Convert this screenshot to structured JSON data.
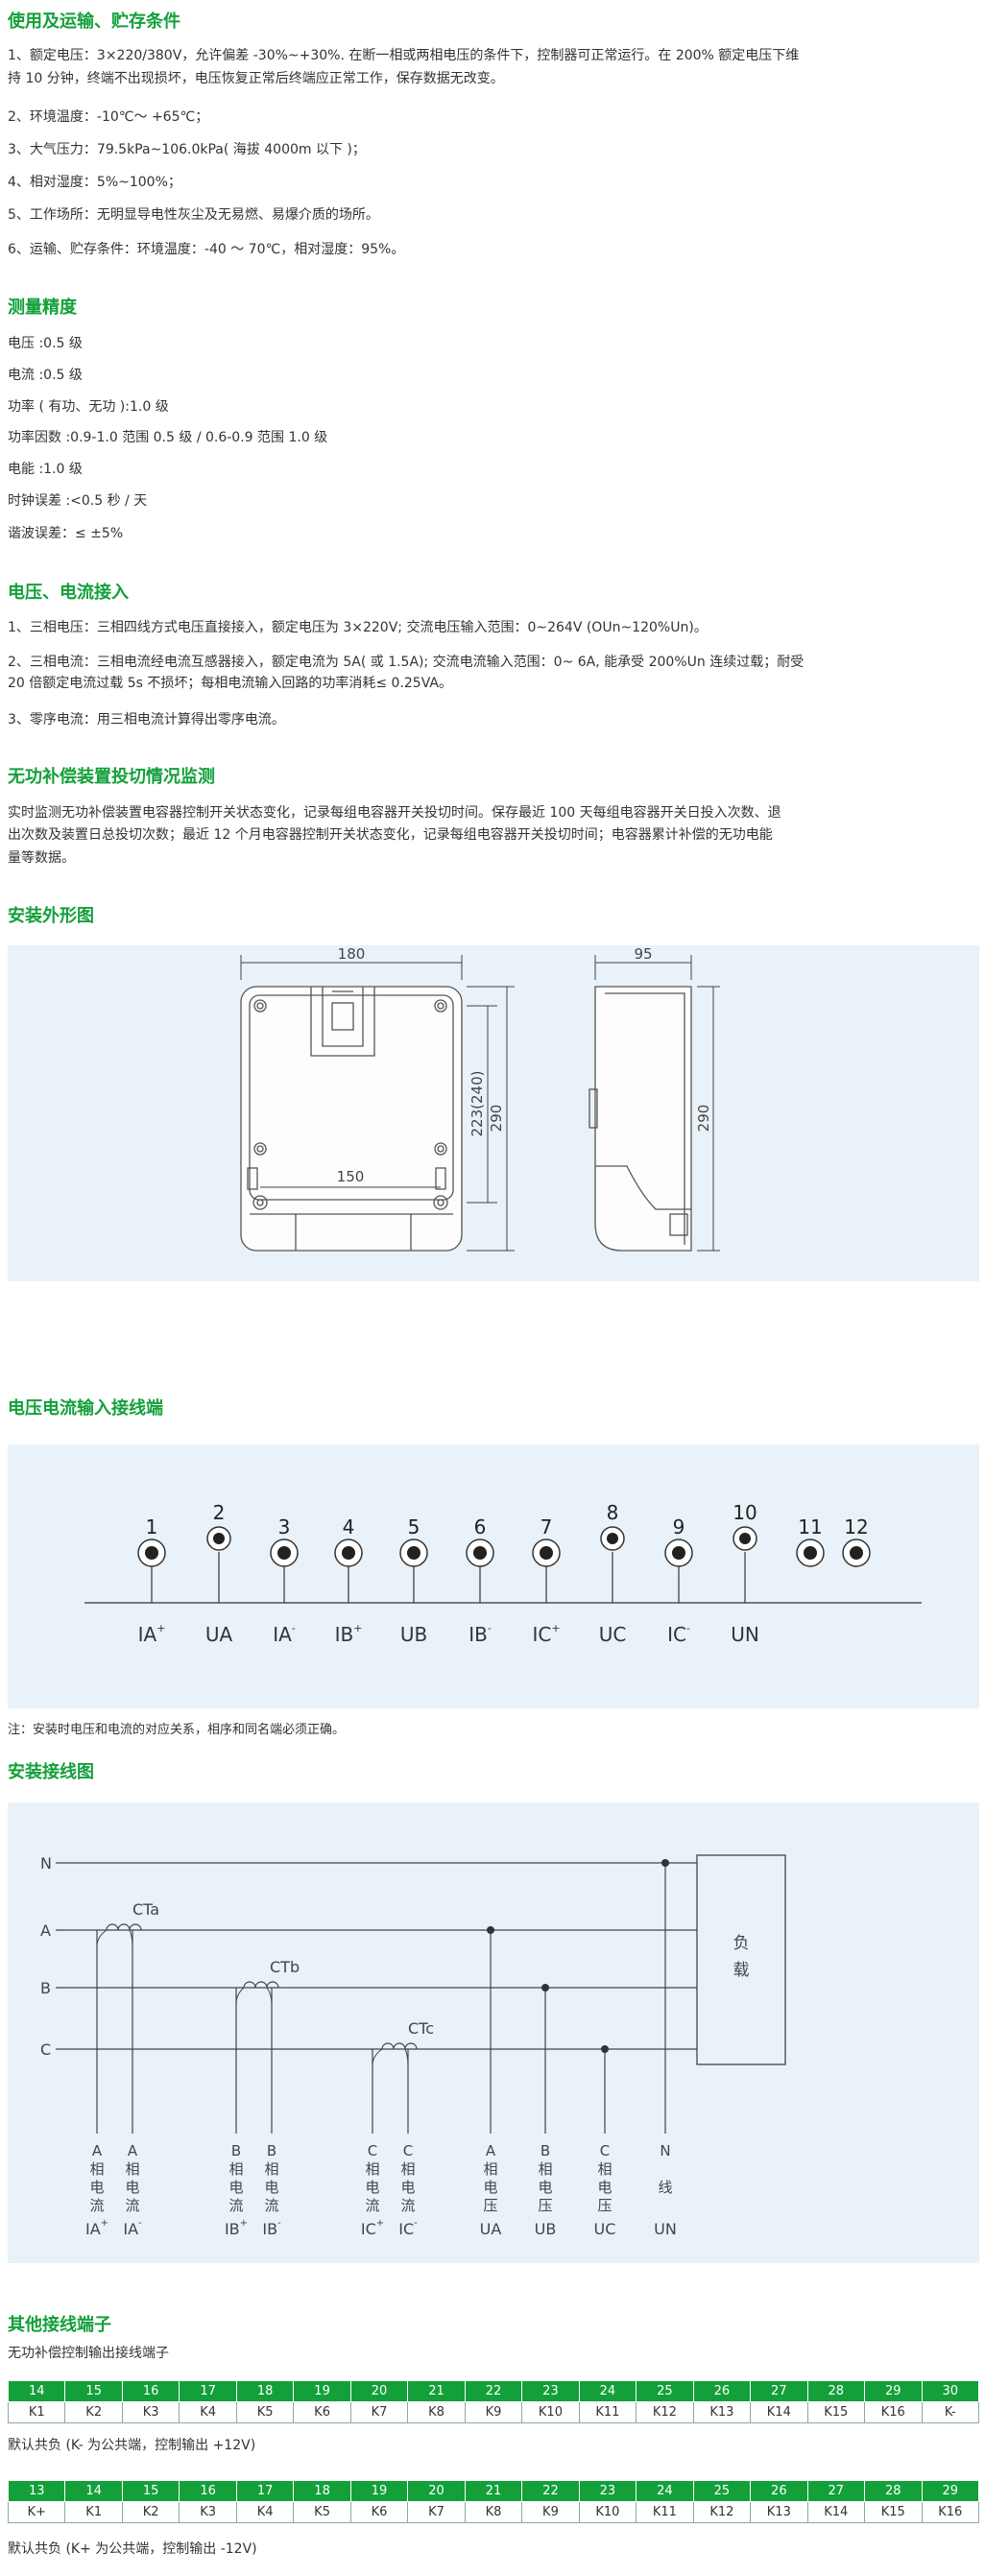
{
  "s1": {
    "title": "使用及运输、贮存条件",
    "l1a": "1、额定电压：3×220/380V，允许偏差 -30%~+30%. 在断一相或两相电压的条件下，控制器可正常运行。在 200% 额定电压下维",
    "l1b": "持 10 分钟，终端不出现损坏，电压恢复正常后终端应正常工作，保存数据无改变。",
    "l2": "2、环境温度：-10℃～ +65℃；",
    "l3": "3、大气压力：79.5kPa~106.0kPa( 海拔 4000m 以下 )；",
    "l4": "4、相对湿度：5%~100%；",
    "l5": "5、工作场所：无明显导电性灰尘及无易燃、易爆介质的场所。",
    "l6": "6、运输、贮存条件：环境温度：-40 ～ 70℃，相对湿度：95%。"
  },
  "s2": {
    "title": "测量精度",
    "l1": "电压 :0.5 级",
    "l2": "电流 :0.5 级",
    "l3": "功率 ( 有功、无功 ):1.0 级",
    "l4": "功率因数 :0.9-1.0 范围 0.5 级 / 0.6-0.9 范围 1.0 级",
    "l5": "电能 :1.0 级",
    "l6": "时钟误差 :<0.5 秒 / 天",
    "l7": "谐波误差：≤ ±5%"
  },
  "s3": {
    "title": "电压、电流接入",
    "l1": "1、三相电压：三相四线方式电压直接接入，额定电压为 3×220V; 交流电压输入范围：0~264V (OUn~120%Un)。",
    "l2a": "2、三相电流：三相电流经电流互感器接入，额定电流为 5A( 或 1.5A); 交流电流输入范围：0~ 6A, 能承受 200%Un 连续过载；耐受",
    "l2b": "20 倍额定电流过载 5s 不损坏；每相电流输入回路的功率消耗≤ 0.25VA。",
    "l3": "3、零序电流：用三相电流计算得出零序电流。"
  },
  "s4": {
    "title": "无功补偿装置投切情况监测",
    "l1": "实时监测无功补偿装置电容器控制开关状态变化，记录每组电容器开关投切时间。保存最近 100 天每组电容器开关日投入次数、退",
    "l2": "出次数及装置日总投切次数；最近 12 个月电容器控制开关状态变化，记录每组电容器开关投切时间；电容器累计补偿的无功电能",
    "l3": "量等数据。"
  },
  "s5": {
    "title": "安装外形图",
    "dim_width": "180",
    "dim_depth": "95",
    "dim_inner": "223(240)",
    "dim_height": "290",
    "dim_side_height": "290",
    "dim_hole": "150"
  },
  "s6": {
    "title": "电压电流输入接线端",
    "terminals": [
      {
        "num": "1",
        "label": "IA",
        "sup": "+"
      },
      {
        "num": "2",
        "label": "UA",
        "sup": ""
      },
      {
        "num": "3",
        "label": "IA",
        "sup": "-"
      },
      {
        "num": "4",
        "label": "IB",
        "sup": "+"
      },
      {
        "num": "5",
        "label": "UB",
        "sup": ""
      },
      {
        "num": "6",
        "label": "IB",
        "sup": "-"
      },
      {
        "num": "7",
        "label": "IC",
        "sup": "+"
      },
      {
        "num": "8",
        "label": "UC",
        "sup": ""
      },
      {
        "num": "9",
        "label": "IC",
        "sup": "-"
      },
      {
        "num": "10",
        "label": "UN",
        "sup": ""
      },
      {
        "num": "11",
        "label": "",
        "sup": ""
      },
      {
        "num": "12",
        "label": "",
        "sup": ""
      }
    ],
    "note": "注：安装时电压和电流的对应关系，相序和同名端必须正确。"
  },
  "s7": {
    "title": "安装接线图",
    "lines": [
      "N",
      "A",
      "B",
      "C"
    ],
    "cts": [
      "CTa",
      "CTb",
      "CTc"
    ],
    "load": [
      "负",
      "载"
    ],
    "legs": [
      {
        "chars": [
          "A",
          "相",
          "电",
          "流"
        ],
        "bottom": "IA",
        "sup": "+"
      },
      {
        "chars": [
          "A",
          "相",
          "电",
          "流"
        ],
        "bottom": "IA",
        "sup": "-"
      },
      {
        "chars": [
          "B",
          "相",
          "电",
          "流"
        ],
        "bottom": "IB",
        "sup": "+"
      },
      {
        "chars": [
          "B",
          "相",
          "电",
          "流"
        ],
        "bottom": "IB",
        "sup": "-"
      },
      {
        "chars": [
          "C",
          "相",
          "电",
          "流"
        ],
        "bottom": "IC",
        "sup": "+"
      },
      {
        "chars": [
          "C",
          "相",
          "电",
          "流"
        ],
        "bottom": "IC",
        "sup": "-"
      },
      {
        "chars": [
          "A",
          "相",
          "电",
          "压"
        ],
        "bottom": "UA",
        "sup": ""
      },
      {
        "chars": [
          "B",
          "相",
          "电",
          "压"
        ],
        "bottom": "UB",
        "sup": ""
      },
      {
        "chars": [
          "C",
          "相",
          "电",
          "压"
        ],
        "bottom": "UC",
        "sup": ""
      },
      {
        "chars": [
          "N",
          "",
          "线",
          ""
        ],
        "bottom": "UN",
        "sup": ""
      }
    ]
  },
  "s8": {
    "title": "其他接线端子",
    "subtitle": "无功补偿控制输出接线端子",
    "t1_head": [
      "14",
      "15",
      "16",
      "17",
      "18",
      "19",
      "20",
      "21",
      "22",
      "23",
      "24",
      "25",
      "26",
      "27",
      "28",
      "29",
      "30"
    ],
    "t1_body": [
      "K1",
      "K2",
      "K3",
      "K4",
      "K5",
      "K6",
      "K7",
      "K8",
      "K9",
      "K10",
      "K11",
      "K12",
      "K13",
      "K14",
      "K15",
      "K16",
      "K-"
    ],
    "note1": "默认共负 (K- 为公共端，控制输出 +12V)",
    "t2_head": [
      "13",
      "14",
      "15",
      "16",
      "17",
      "18",
      "19",
      "20",
      "21",
      "22",
      "23",
      "24",
      "25",
      "26",
      "27",
      "28",
      "29"
    ],
    "t2_body": [
      "K+",
      "K1",
      "K2",
      "K3",
      "K4",
      "K5",
      "K6",
      "K7",
      "K8",
      "K9",
      "K10",
      "K11",
      "K12",
      "K13",
      "K14",
      "K15",
      "K16"
    ],
    "note2": "默认共负 (K+ 为公共端，控制输出 -12V)"
  },
  "colors": {
    "heading": "#13a03a",
    "panel": "#e8f2f8",
    "table_head": "#13a03a"
  }
}
